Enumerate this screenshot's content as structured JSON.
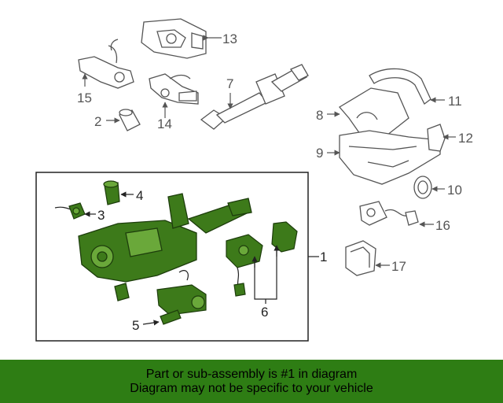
{
  "callouts": {
    "c1": "1",
    "c2": "2",
    "c3": "3",
    "c4": "4",
    "c5": "5",
    "c6": "6",
    "c7": "7",
    "c8": "8",
    "c9": "9",
    "c10": "10",
    "c11": "11",
    "c12": "12",
    "c13": "13",
    "c14": "14",
    "c15": "15",
    "c16": "16",
    "c17": "17"
  },
  "colors": {
    "highlight": "#3d7a1a",
    "outline": "#555555",
    "banner": "#2e7d14"
  },
  "footer": {
    "line1": "Part or sub-assembly is #1 in diagram",
    "line2": "Diagram may not be specific to your vehicle"
  }
}
